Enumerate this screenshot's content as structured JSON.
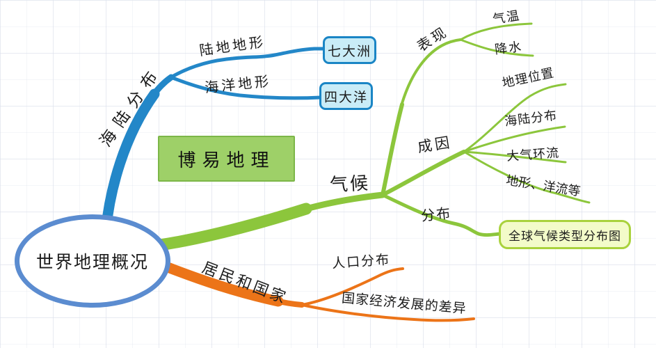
{
  "colors": {
    "blue_branch": "#2387c8",
    "green_branch": "#8cc63c",
    "orange_branch": "#ec7418",
    "root_ellipse_border": "#5b8cd0",
    "blue_box_fill": "#c9ecf7",
    "blue_box_border": "#1a85c5",
    "watermark_box_fill": "#9ed068",
    "watermark_box_border": "#7cb648",
    "yellow_box_fill": "#f3fbc9",
    "yellow_box_border": "#a9d23c",
    "text": "#1c1c1c"
  },
  "nodes": {
    "root": "世界地理概况",
    "watermark": "博易地理",
    "sea_land_distribution": "海陆分布",
    "land_terrain": "陆地地形",
    "seven_continents": "七大洲",
    "ocean_terrain": "海洋地形",
    "four_oceans": "四大洋",
    "climate": "气候",
    "manifestation": "表现",
    "temperature": "气温",
    "precipitation": "降水",
    "causes": "成因",
    "geographic_location": "地理位置",
    "sea_land_distribution_cause": "海陆分布",
    "atmospheric_circulation": "大气环流",
    "terrain_ocean_currents": "地形、洋流等",
    "distribution": "分布",
    "global_climate_type_map": "全球气候类型分布图",
    "residents_and_countries": "居民和国家",
    "population_distribution": "人口分布",
    "economic_development_differences": "国家经济发展的差异"
  }
}
